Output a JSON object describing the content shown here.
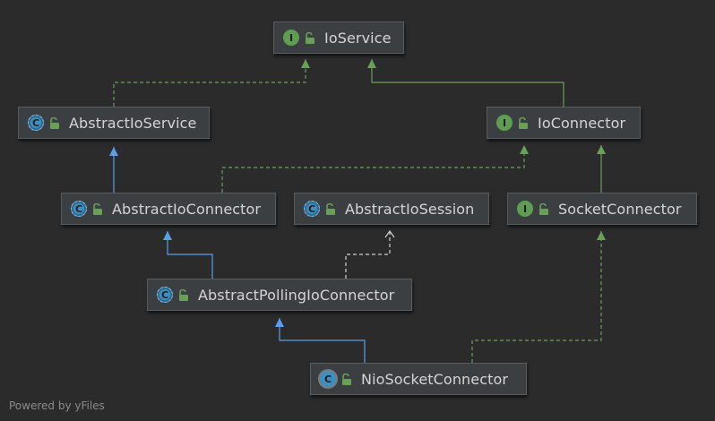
{
  "nodes": [
    {
      "id": "IoService",
      "kind": "interface",
      "badge": "I",
      "label": "IoService"
    },
    {
      "id": "AbstractIoService",
      "kind": "abstract",
      "badge": "C",
      "label": "AbstractIoService"
    },
    {
      "id": "IoConnector",
      "kind": "interface",
      "badge": "I",
      "label": "IoConnector"
    },
    {
      "id": "AbstractIoConnector",
      "kind": "abstract",
      "badge": "C",
      "label": "AbstractIoConnector"
    },
    {
      "id": "AbstractIoSession",
      "kind": "abstract",
      "badge": "C",
      "label": "AbstractIoSession"
    },
    {
      "id": "SocketConnector",
      "kind": "interface",
      "badge": "I",
      "label": "SocketConnector"
    },
    {
      "id": "AbstractPollingIoConnector",
      "kind": "abstract",
      "badge": "C",
      "label": "AbstractPollingIoConnector"
    },
    {
      "id": "NioSocketConnector",
      "kind": "concrete",
      "badge": "C",
      "label": "NioSocketConnector"
    }
  ],
  "edges": [
    {
      "from": "AbstractIoService",
      "to": "IoService",
      "type": "implements"
    },
    {
      "from": "IoConnector",
      "to": "IoService",
      "type": "interface-extends"
    },
    {
      "from": "AbstractIoConnector",
      "to": "AbstractIoService",
      "type": "extends"
    },
    {
      "from": "AbstractIoConnector",
      "to": "IoConnector",
      "type": "implements"
    },
    {
      "from": "SocketConnector",
      "to": "IoConnector",
      "type": "interface-extends"
    },
    {
      "from": "AbstractPollingIoConnector",
      "to": "AbstractIoConnector",
      "type": "extends"
    },
    {
      "from": "AbstractPollingIoConnector",
      "to": "AbstractIoSession",
      "type": "depends"
    },
    {
      "from": "NioSocketConnector",
      "to": "AbstractPollingIoConnector",
      "type": "extends"
    },
    {
      "from": "NioSocketConnector",
      "to": "SocketConnector",
      "type": "implements"
    }
  ],
  "colors": {
    "background": "#2b2b2b",
    "node_fill": "#3c3f41",
    "extends_blue": "#5a9ee8",
    "implements_green": "#6a9f58",
    "depends_white": "#d0d0d0",
    "text": "#d4d4d4"
  },
  "footer": "Powered by yFiles"
}
